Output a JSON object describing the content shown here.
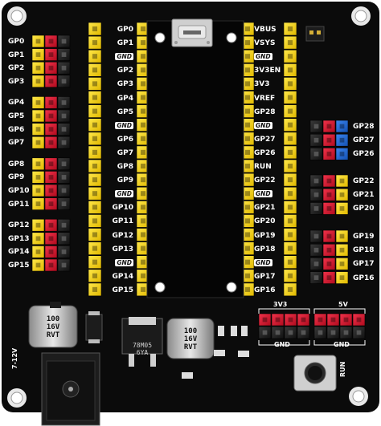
{
  "left_pins": [
    "GP0",
    "GP1",
    "GP2",
    "GP3",
    "GP4",
    "GP5",
    "GP6",
    "GP7",
    "GP8",
    "GP9",
    "GP10",
    "GP11",
    "GP12",
    "GP13",
    "GP14",
    "GP15"
  ],
  "pico_left_labels": [
    "GP0",
    "GP1",
    "GND",
    "GP2",
    "GP3",
    "GP4",
    "GP5",
    "GND",
    "GP6",
    "GP7",
    "GP8",
    "GP9",
    "GND",
    "GP10",
    "GP11",
    "GP12",
    "GP13",
    "GND",
    "GP14",
    "GP15"
  ],
  "pico_right_labels": [
    "VBUS",
    "VSYS",
    "GND",
    "3V3EN",
    "3V3",
    "VREF",
    "GP28",
    "GND",
    "GP27",
    "GP26",
    "RUN",
    "GP22",
    "GND",
    "GP21",
    "GP20",
    "GP19",
    "GP18",
    "GND",
    "GP17",
    "GP16"
  ],
  "right_pins": [
    "GP28",
    "GP27",
    "GP26",
    "GP22",
    "GP21",
    "GP20",
    "GP19",
    "GP18",
    "GP17",
    "GP16"
  ],
  "power_labels": {
    "v33": "3V3",
    "v5": "5V",
    "gnd_left": "GND",
    "gnd_right": "GND"
  },
  "components": {
    "cap_left": [
      "100",
      "16V",
      "RVT"
    ],
    "cap_right": [
      "100",
      "16V",
      "RVT"
    ],
    "regulator": [
      "78M05",
      "6YA"
    ],
    "dc_jack": "7-12V",
    "run_button": "RUN"
  },
  "colors": {
    "board": "#0b0b0b",
    "header_yellow": "#f3d21b",
    "header_red": "#d8122b",
    "header_blue": "#1a66d6",
    "header_black": "#1c1c1c",
    "silkscreen": "#ffffff"
  }
}
